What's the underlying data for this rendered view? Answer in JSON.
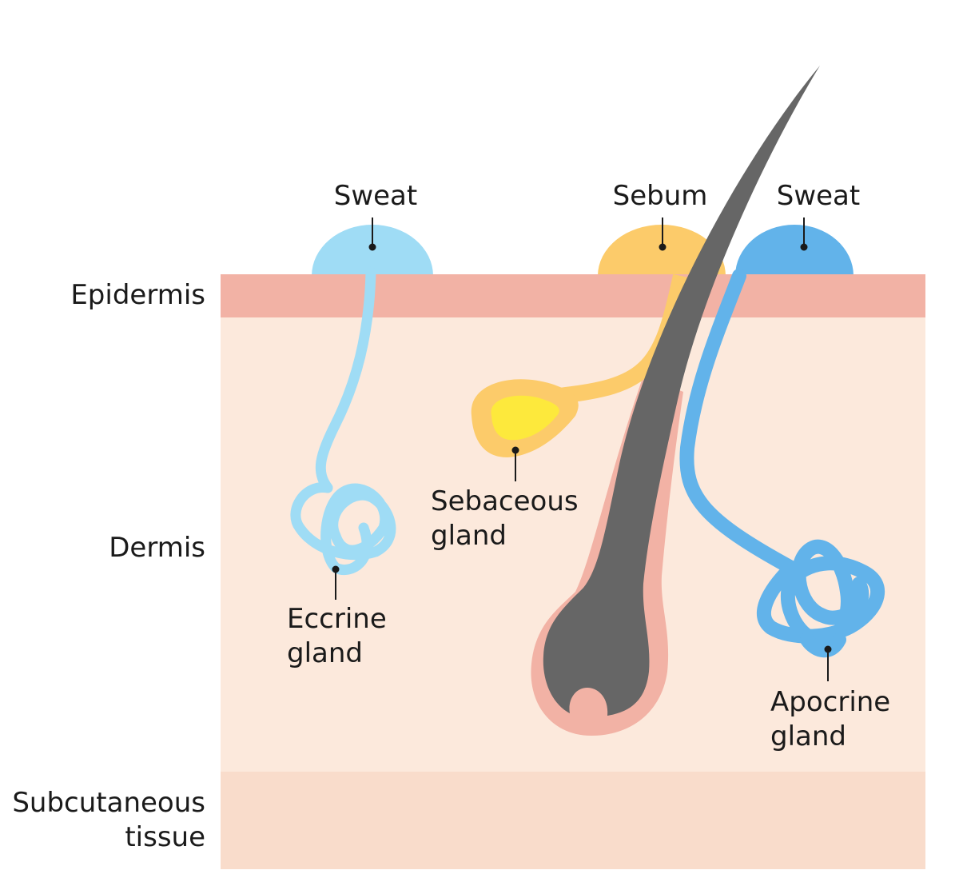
{
  "layers": {
    "epidermis": "Epidermis",
    "dermis": "Dermis",
    "subcutaneous_line1": "Subcutaneous",
    "subcutaneous_line2": "tissue"
  },
  "surface": {
    "sweat_left": "Sweat",
    "sebum": "Sebum",
    "sweat_right": "Sweat"
  },
  "structures": {
    "sebaceous_line1": "Sebaceous",
    "sebaceous_line2": "gland",
    "eccrine_line1": "Eccrine",
    "eccrine_line2": "gland",
    "apocrine_line1": "Apocrine",
    "apocrine_line2": "gland"
  },
  "colors": {
    "epidermis": "#f2b2a5",
    "dermis": "#fce9dc",
    "subcutaneous": "#f9dccb",
    "eccrine": "#9fdcf5",
    "apocrine": "#62b3ea",
    "sebum": "#fccb6a",
    "sebaceous_core": "#fde93c",
    "hair": "#666666"
  }
}
